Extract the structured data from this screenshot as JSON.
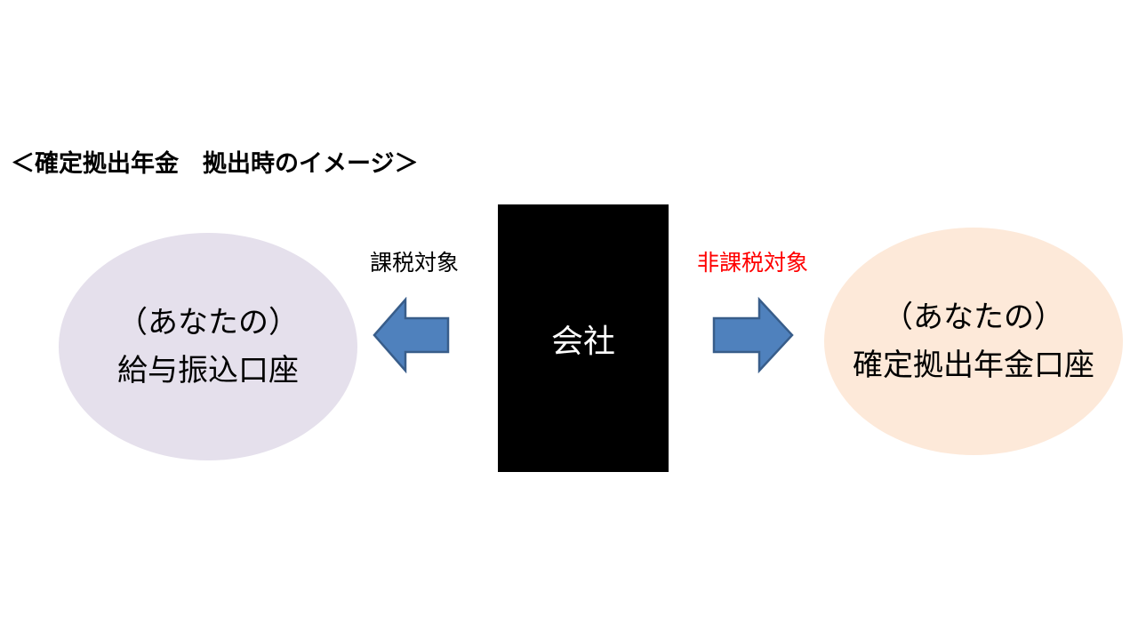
{
  "title": "＜確定拠出年金　拠出時のイメージ＞",
  "company": {
    "label": "会社",
    "color": "#000000",
    "text_color": "#ffffff"
  },
  "left_account": {
    "line1": "（あなたの）",
    "line2": "給与振込口座",
    "fill_color": "#e5e0ec"
  },
  "right_account": {
    "line1": "（あなたの）",
    "line2": "確定拠出年金口座",
    "fill_color": "#fde9d9"
  },
  "left_flow": {
    "label": "課税対象",
    "label_color": "#000000",
    "arrow_direction": "left",
    "arrow_icon": "arrow-left-icon"
  },
  "right_flow": {
    "label": "非課税対象",
    "label_color": "#ff0000",
    "arrow_direction": "right",
    "arrow_icon": "arrow-right-icon"
  },
  "arrow_fill": "#4f81bd",
  "arrow_stroke": "#385d8a"
}
